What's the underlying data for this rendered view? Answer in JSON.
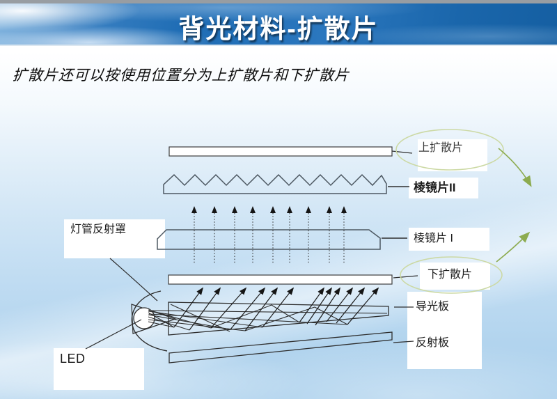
{
  "header": {
    "title": "背光材料-扩散片"
  },
  "subtitle": {
    "text": "扩散片还可以按使用位置分为上扩散片和下扩散片"
  },
  "diagram": {
    "labels": {
      "upper_diffuser": "上扩散片",
      "prism_sheet_2": "棱镜片II",
      "lamp_reflector": "灯管反射罩",
      "prism_sheet_1": "棱镜片 I",
      "lower_diffuser": "下扩散片",
      "light_guide_plate": "导光板",
      "reflector_plate": "反射板",
      "led": "LED"
    },
    "colors": {
      "callout_ellipse_green": "#ccd9a4",
      "callout_arrow_green": "#8cab4f",
      "outline_dark": "#2e2e2e",
      "prism_outline": "#4d5862",
      "banner_blue": "#2b77be"
    }
  }
}
